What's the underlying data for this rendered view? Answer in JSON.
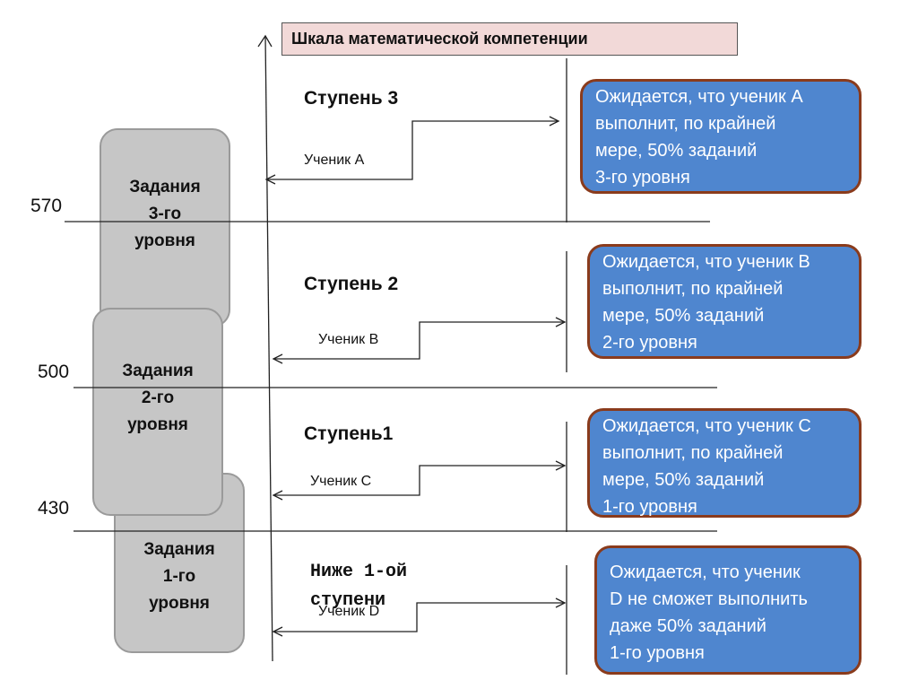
{
  "scale_title": "Шкала математической компетенции",
  "scores": {
    "s570": "570",
    "s500": "500",
    "s430": "430"
  },
  "tasks": {
    "level3": "Задания\n3-го\nуровня",
    "level2": "Задания\n2-го\nуровня",
    "level1": "Задания\n1-го\nуровня"
  },
  "stages": {
    "stage3": "Ступень 3",
    "stage2": "Ступень 2",
    "stage1": "Ступень1",
    "below": "Ниже 1-ой\nступени"
  },
  "students": {
    "a": "Ученик А",
    "b": "Ученик В",
    "c": "Ученик С",
    "d": "Ученик D"
  },
  "expectations": {
    "a": "Ожидается, что ученик А\nвыполнит, по крайней\nмере,  50% заданий\n3-го уровня",
    "b": "Ожидается, что ученик В\nвыполнит, по крайней\nмере,  50% заданий\n2-го уровня",
    "c": "Ожидается, что ученик С\nвыполнит, по крайней\nмере,  50% заданий\n1-го уровня",
    "d": "Ожидается, что ученик\nD не сможет выполнить\nдаже   50% заданий\n1-го уровня"
  },
  "colors": {
    "bubble_fill": "#4f86cf",
    "bubble_border": "#8a3b1c",
    "task_fill": "#c6c6c6",
    "title_fill": "#f2d9d8"
  }
}
